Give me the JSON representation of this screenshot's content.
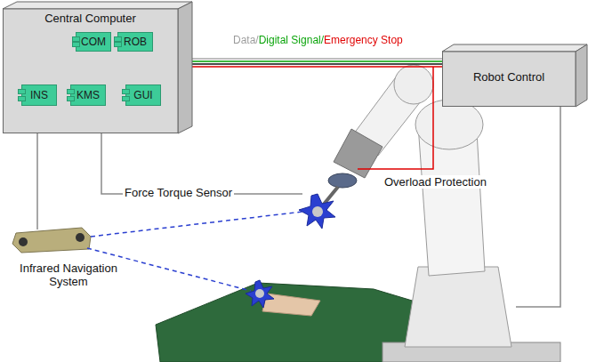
{
  "diagram": {
    "nodes": [
      {
        "text": [
          "Central Computer"
        ]
      },
      {
        "text": [
          "COM"
        ],
        "in": 0
      },
      {
        "text": [
          "ROB"
        ],
        "in": 0
      },
      {
        "text": [
          "INS"
        ],
        "in": 0
      },
      {
        "text": [
          "KMS"
        ],
        "in": 0
      },
      {
        "text": [
          "GUI"
        ],
        "in": 0
      },
      {
        "text": [
          "Robot Control"
        ]
      }
    ],
    "edges": [
      {
        "from": 0,
        "to": 6,
        "arrow": "none",
        "label": "Data/Digital Signal/Emergency Stop"
      },
      {
        "from": 1,
        "to": 2,
        "arrow": "none"
      },
      {
        "from": 1,
        "to": 3,
        "arrow": "none"
      },
      {
        "from": 1,
        "to": 4,
        "arrow": "none"
      },
      {
        "from": 1,
        "to": 5,
        "arrow": "none"
      }
    ],
    "labels": [
      "Force Torque Sensor",
      "Overload Protection",
      "Infrared Navigation System"
    ]
  }
}
